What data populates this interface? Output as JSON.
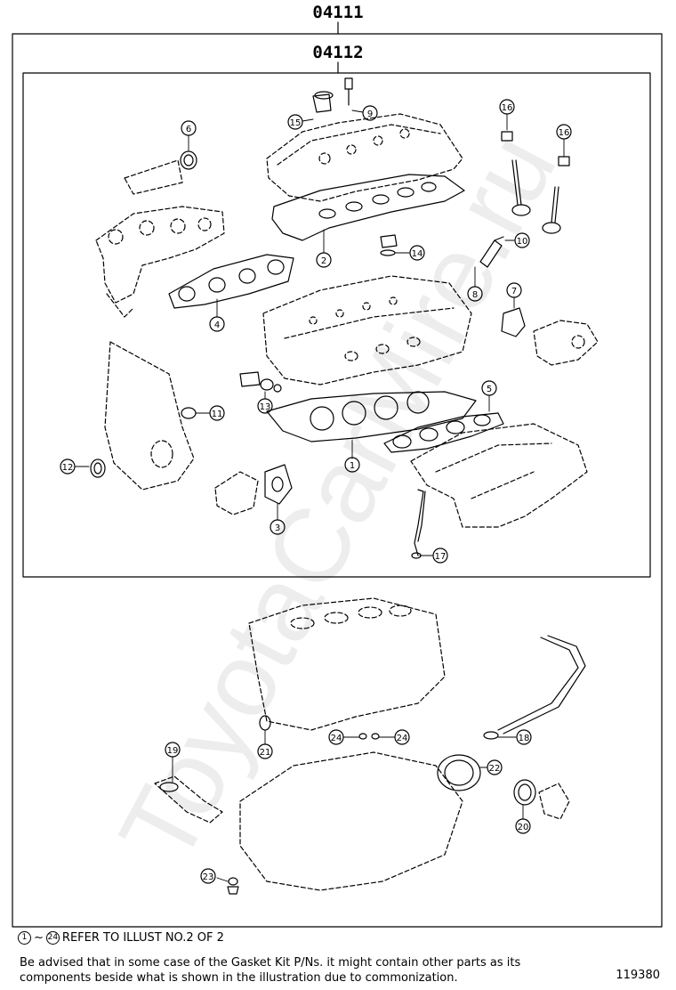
{
  "kits": {
    "outer": "04111",
    "inner": "04112"
  },
  "callouts": {
    "c1": "1",
    "c2": "2",
    "c3": "3",
    "c4": "4",
    "c5": "5",
    "c6": "6",
    "c7": "7",
    "c8": "8",
    "c9": "9",
    "c10": "10",
    "c11": "11",
    "c12": "12",
    "c13": "13",
    "c14": "14",
    "c15": "15",
    "c16a": "16",
    "c16b": "16",
    "c17": "17",
    "c18": "18",
    "c19": "19",
    "c20": "20",
    "c21": "21",
    "c22": "22",
    "c23": "23",
    "c24a": "24",
    "c24b": "24"
  },
  "notes": {
    "ref_from": "1",
    "ref_sep": "~",
    "ref_to": "24",
    "ref_text": "REFER TO ILLUST NO.2 OF 2",
    "advice": "Be advised that in some case of the Gasket Kit P/Ns.  it might contain other parts as its components beside what is shown in the illustration due to commonization.",
    "illustration_number": "119380"
  },
  "watermark": "ToyotaCarMire.ru"
}
